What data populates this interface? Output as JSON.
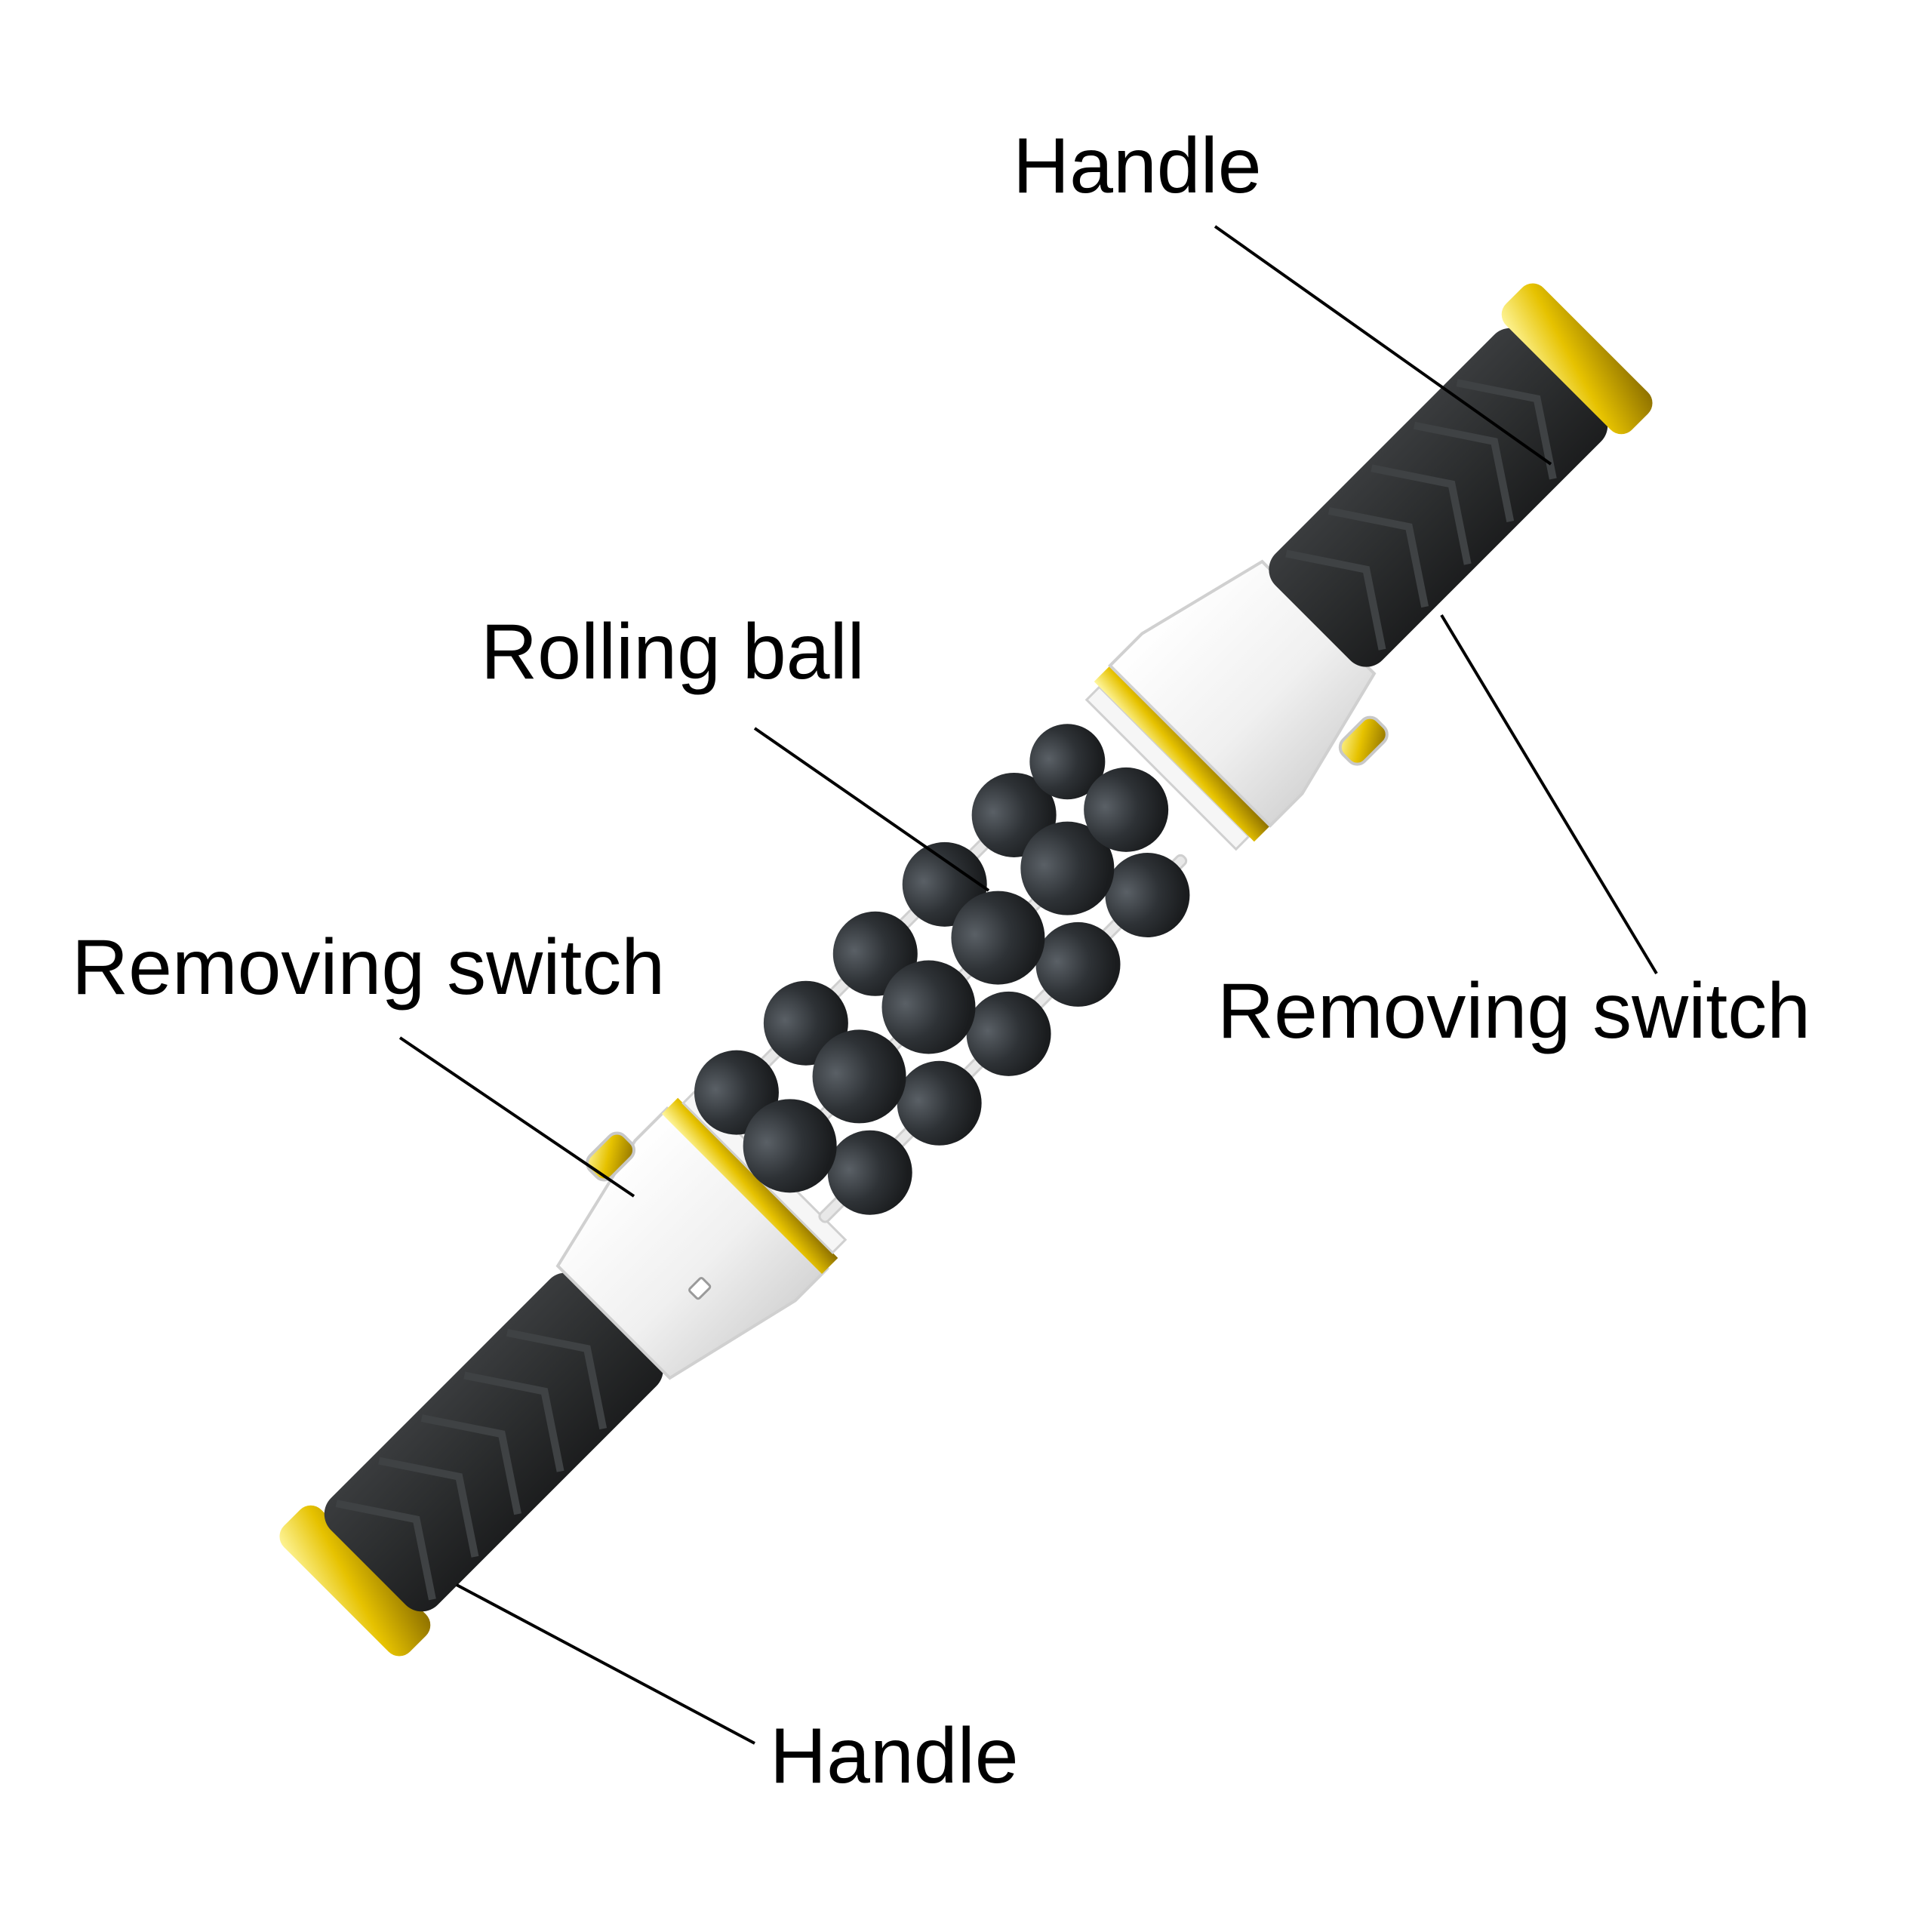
{
  "labels": {
    "handle_top": "Handle",
    "rolling_ball": "Rolling ball",
    "removing_switch_left": "Removing switch",
    "removing_switch_right": "Removing switch",
    "handle_bottom": "Handle"
  },
  "colors": {
    "grip": "#2b2d2e",
    "grip_pattern": "#3b3d3f",
    "ball": "#2e3236",
    "housing": "#f2f2f2",
    "gold": "#e6c200",
    "leader_line": "#000000",
    "text": "#000000"
  }
}
